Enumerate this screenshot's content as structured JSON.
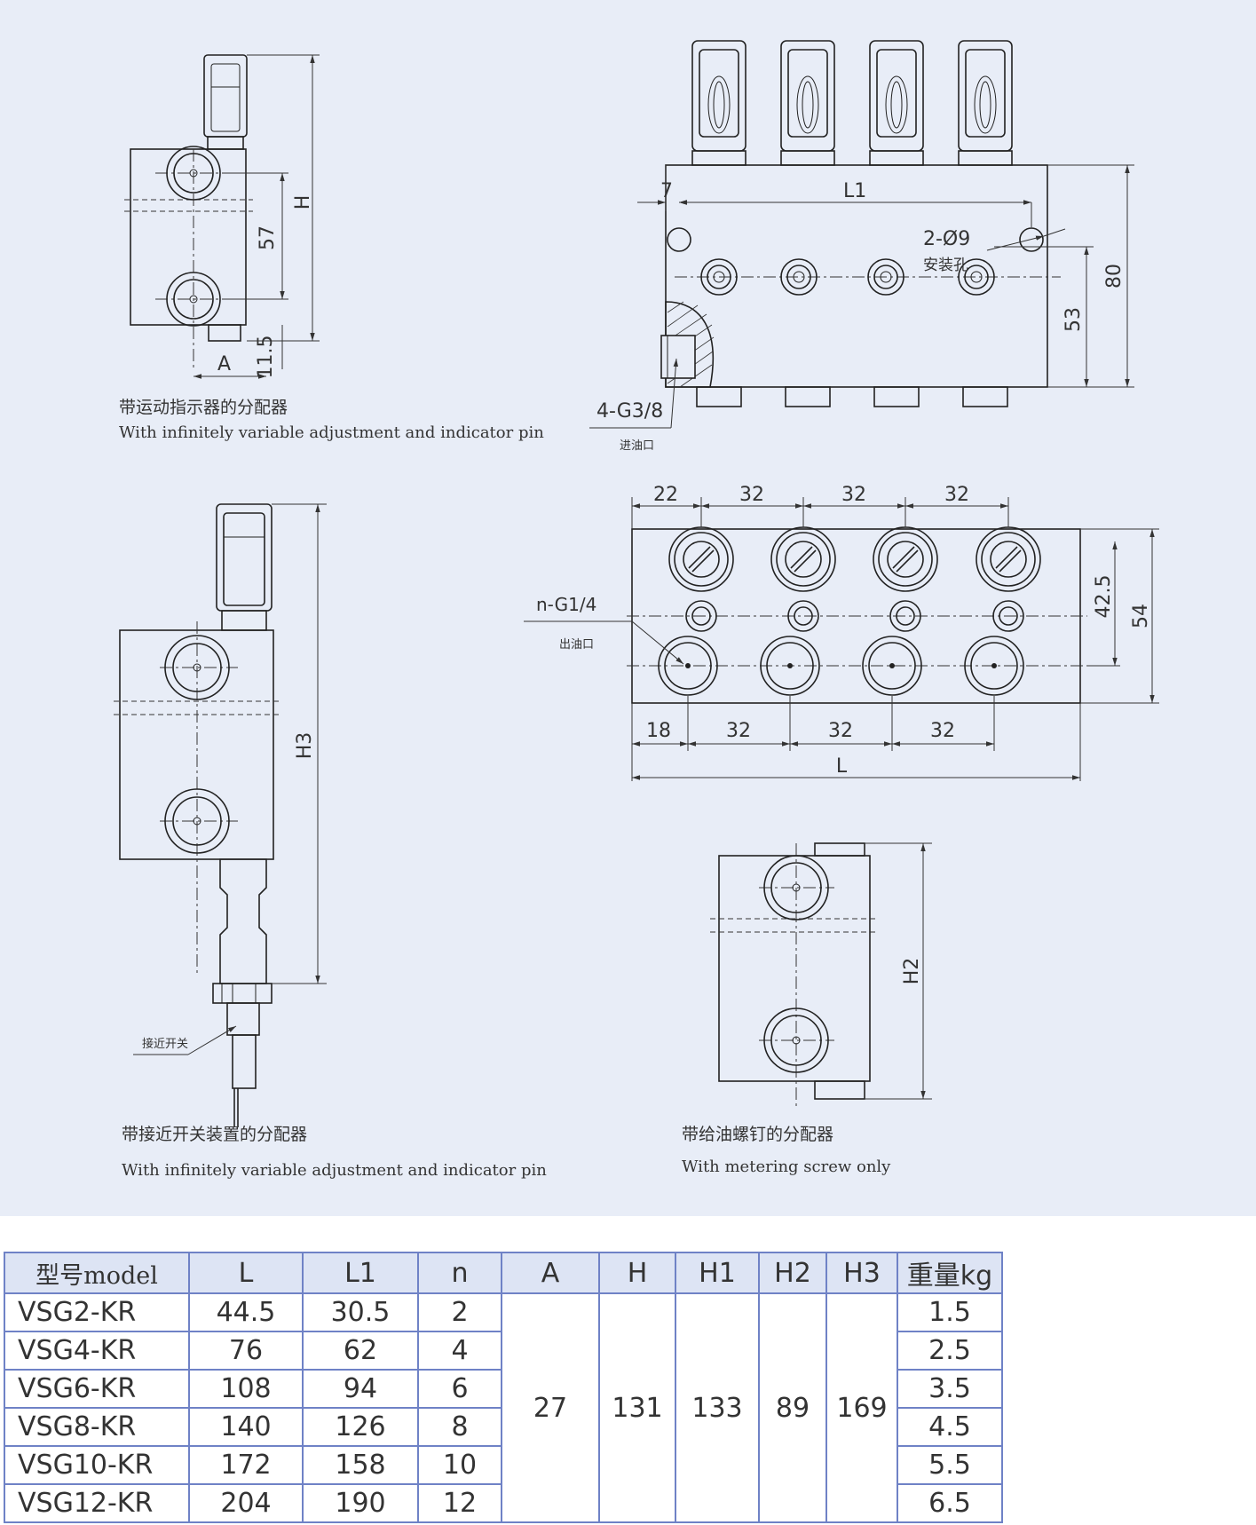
{
  "views": {
    "top_left": {
      "dims": {
        "h": "H",
        "d57": "57",
        "d115": "11.5",
        "a": "A"
      },
      "caption_cn": "带运动指示器的分配器",
      "caption_en": "With infinitely variable adjustment and indicator pin"
    },
    "top_right": {
      "dims": {
        "d7": "7",
        "l1": "L1",
        "holes": "2-Ø9",
        "d80": "80",
        "d53": "53",
        "g38": "4-G3/8"
      },
      "note_mount": "安装孔",
      "note_inlet": "进油口"
    },
    "mid_left": {
      "dims": {
        "h3": "H3"
      },
      "note_switch": "接近开关",
      "caption_cn": "带接近开关装置的分配器",
      "caption_en": "With infinitely variable adjustment and indicator pin"
    },
    "mid_right": {
      "dims": {
        "top": [
          "22",
          "32",
          "32",
          "32"
        ],
        "bottom": [
          "18",
          "32",
          "32",
          "32"
        ],
        "l": "L",
        "d425": "42.5",
        "d54": "54",
        "port": "n-G1/4"
      },
      "note_outlet": "出油口"
    },
    "bottom_right": {
      "dims": {
        "h2": "H2"
      },
      "caption_cn": "带给油螺钉的分配器",
      "caption_en": "With metering screw only"
    }
  },
  "table": {
    "headers": [
      "型号model",
      "L",
      "L1",
      "n",
      "A",
      "H",
      "H1",
      "H2",
      "H3",
      "重量kg"
    ],
    "rows": [
      {
        "model": "VSG2-KR",
        "l": "44.5",
        "l1": "30.5",
        "n": "2",
        "weight": "1.5"
      },
      {
        "model": "VSG4-KR",
        "l": "76",
        "l1": "62",
        "n": "4",
        "weight": "2.5"
      },
      {
        "model": "VSG6-KR",
        "l": "108",
        "l1": "94",
        "n": "6",
        "weight": "3.5"
      },
      {
        "model": "VSG8-KR",
        "l": "140",
        "l1": "126",
        "n": "8",
        "weight": "4.5"
      },
      {
        "model": "VSG10-KR",
        "l": "172",
        "l1": "158",
        "n": "10",
        "weight": "5.5"
      },
      {
        "model": "VSG12-KR",
        "l": "204",
        "l1": "190",
        "n": "12",
        "weight": "6.5"
      }
    ],
    "common": {
      "a": "27",
      "h": "131",
      "h1": "133",
      "h2": "89",
      "h3": "169"
    }
  }
}
